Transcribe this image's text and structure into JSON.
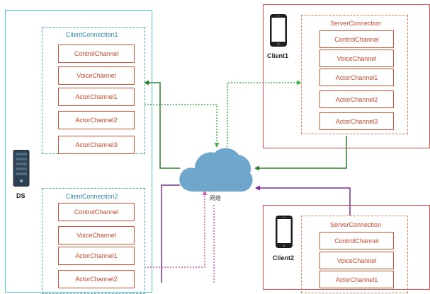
{
  "colors": {
    "ds_frame": "#5bc4d4",
    "client_frame": "#d94c4c",
    "ds_group": "#4aaac2",
    "ds_group_text": "#2f8bb0",
    "client_group": "#e0805a",
    "channel": "#d4573a",
    "channel_text": "#c9482e",
    "green_line": "#2e7d2e",
    "green_dotted": "#4caf50",
    "purple_line": "#7b2f9e",
    "pink_dotted": "#d65bb0",
    "cloud": "#6fa7cc"
  },
  "icons": {
    "server": "server-tower-icon",
    "phone": "smartphone-icon",
    "cloud": "cloud-icon"
  },
  "ds": {
    "label": "DS",
    "conn1": {
      "title": "ClientConnection1",
      "channels": [
        "ControlChannel",
        "VoiceChannel",
        "ActorChannel1",
        "ActorChannel2",
        "ActorChannel3"
      ]
    },
    "conn2": {
      "title": "ClientConnection2",
      "channels": [
        "ControlChannel",
        "VoiceChannel",
        "ActorChannel1",
        "ActorChannel2"
      ]
    }
  },
  "client1": {
    "label": "Client1",
    "conn": {
      "title": "ServerConnection",
      "channels": [
        "ControlChannel",
        "VoiceChannel",
        "ActorChannel1",
        "ActorChannel2",
        "ActorChannel3"
      ]
    }
  },
  "client2": {
    "label": "Client2",
    "conn": {
      "title": "ServerConnection",
      "channels": [
        "ControlChannel",
        "VoiceChannel",
        "ActorChannel1"
      ]
    }
  },
  "network": {
    "label": "网络"
  }
}
